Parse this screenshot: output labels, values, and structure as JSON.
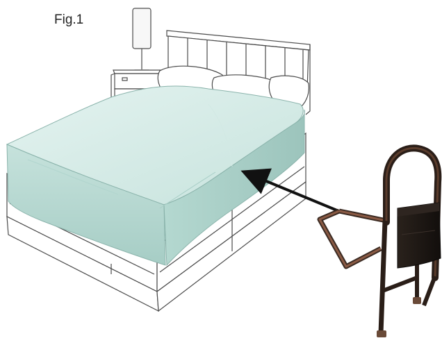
{
  "figure": {
    "label": "Fig.1"
  },
  "colors": {
    "line": "#4a4a4a",
    "sheet_light": "#dcefeb",
    "sheet_mid": "#bcdcd6",
    "sheet_dark": "#9cc4bc",
    "rail_frame": "#3a2a22",
    "rail_bar": "#8a5a44",
    "pouch": "#1b1613",
    "arrow": "#111111"
  },
  "icons": [
    "table-lamp",
    "nightstand",
    "pillow",
    "bed-mattress",
    "bed-rail",
    "arrow"
  ]
}
